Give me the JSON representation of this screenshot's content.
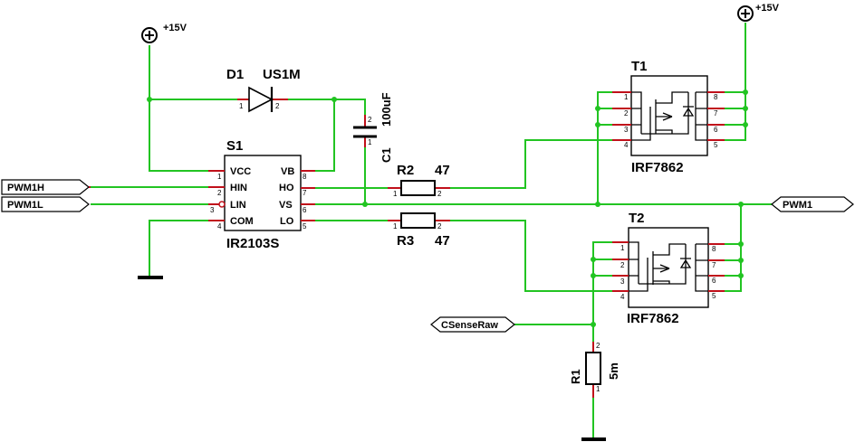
{
  "power": {
    "left_label": "+15V",
    "right_label": "+15V"
  },
  "d1": {
    "ref": "D1",
    "value": "US1M",
    "pin_a": "1",
    "pin_k": "2"
  },
  "c1": {
    "ref": "C1",
    "value": "100uF",
    "pin_top": "2",
    "pin_bottom": "1"
  },
  "s1": {
    "ref": "S1",
    "part": "IR2103S",
    "pins_left": [
      {
        "name": "VCC",
        "num": "1"
      },
      {
        "name": "HIN",
        "num": "2"
      },
      {
        "name": "LIN",
        "num": "3"
      },
      {
        "name": "COM",
        "num": "4"
      }
    ],
    "pins_right": [
      {
        "name": "VB",
        "num": "8"
      },
      {
        "name": "HO",
        "num": "7"
      },
      {
        "name": "VS",
        "num": "6"
      },
      {
        "name": "LO",
        "num": "5"
      }
    ]
  },
  "r2": {
    "ref": "R2",
    "value": "47",
    "pin1": "1",
    "pin2": "2"
  },
  "r3": {
    "ref": "R3",
    "value": "47",
    "pin1": "1",
    "pin2": "2"
  },
  "r1": {
    "ref": "R1",
    "value": "5m",
    "pin1": "1",
    "pin2": "2"
  },
  "t1": {
    "ref": "T1",
    "part": "IRF7862",
    "pins_left": [
      "1",
      "2",
      "3",
      "4"
    ],
    "pins_right": [
      "8",
      "7",
      "6",
      "5"
    ]
  },
  "t2": {
    "ref": "T2",
    "part": "IRF7862",
    "pins_left": [
      "1",
      "2",
      "3",
      "4"
    ],
    "pins_right": [
      "8",
      "7",
      "6",
      "5"
    ]
  },
  "ports": {
    "pwm1h": "PWM1H",
    "pwm1l": "PWM1L",
    "pwm1": "PWM1",
    "csense": "CSenseRaw"
  },
  "colors": {
    "wire": "#22c422",
    "pin": "#c0101a",
    "body": "#000000"
  }
}
